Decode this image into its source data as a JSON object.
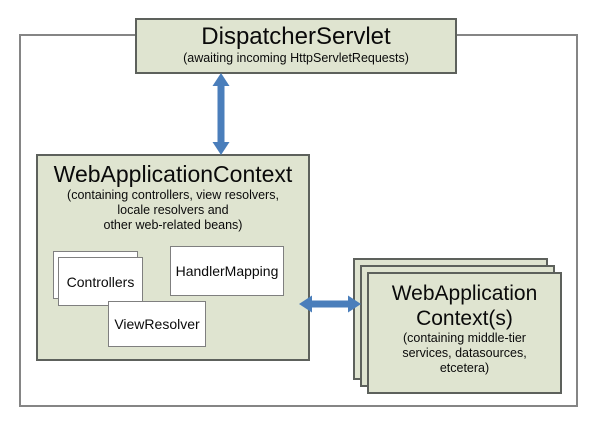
{
  "diagram": {
    "dispatcher": {
      "title": "DispatcherServlet",
      "subtitle": "(awaiting incoming HttpServletRequests)"
    },
    "web_context": {
      "title": "WebApplicationContext",
      "subtitle_lines": [
        "(containing controllers, view resolvers,",
        "locale resolvers and",
        "other web-related beans)"
      ],
      "beans": {
        "controllers": "Controllers",
        "handler_mapping": "HandlerMapping",
        "view_resolver": "ViewResolver"
      }
    },
    "middle_tier_context": {
      "title_lines": [
        "WebApplication",
        "Context(s)"
      ],
      "subtitle_lines": [
        "(containing middle-tier",
        "services, datasources,",
        "etcetera)"
      ]
    },
    "colors": {
      "box_fill": "#dfe4d0",
      "box_border": "#5d615c",
      "inner_border": "#7f7f7f",
      "outer_border": "#858585",
      "arrow": "#4a7ebb"
    }
  }
}
